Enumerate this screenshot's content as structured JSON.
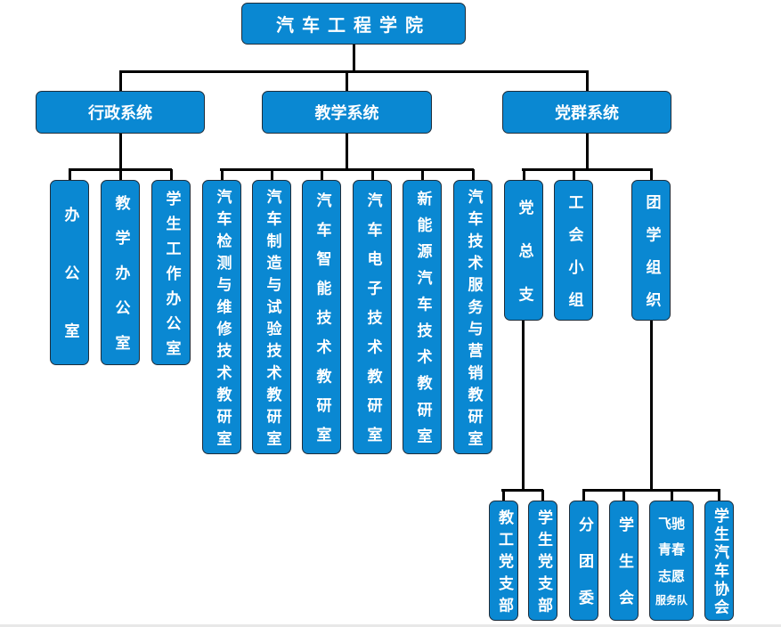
{
  "root": {
    "label": "汽车工程学院"
  },
  "branches": [
    {
      "label": "行政系统",
      "children": [
        "办公室",
        "教学办公室",
        "学生工作办公室"
      ]
    },
    {
      "label": "教学系统",
      "children": [
        "汽车检测与维修技术教研室",
        "汽车制造与试验技术教研室",
        "汽车智能技术教研室",
        "汽车电子技术教研室",
        "新能源汽车技术教研室",
        "汽车技术服务与营销教研室"
      ]
    },
    {
      "label": "党群系统",
      "children": [
        "党总支",
        "工会小组",
        "团学组织"
      ]
    }
  ],
  "party_branches": [
    "教工党支部",
    "学生党支部"
  ],
  "league_units": [
    {
      "label": "分团委"
    },
    {
      "label": "学生会"
    },
    {
      "lines": [
        "飞驰",
        "青春",
        "志愿",
        "服务队"
      ]
    },
    {
      "label": "学生汽车协会"
    }
  ],
  "colors": {
    "box_fill": "#0a88d2",
    "box_border": "#1f2d3a",
    "connector": "#000000",
    "text": "#ffffff"
  }
}
